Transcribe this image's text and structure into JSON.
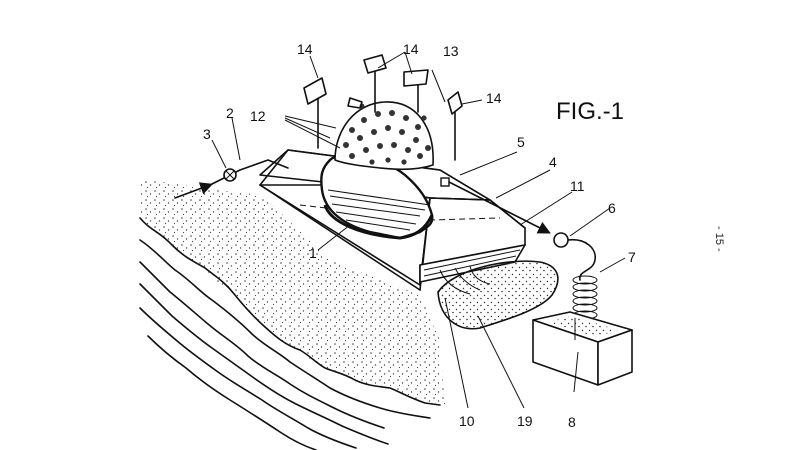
{
  "figure": {
    "title": "FIG.-1",
    "page_number": "- 15 -",
    "labels": {
      "l1": "1",
      "l2": "2",
      "l3": "3",
      "l4": "4",
      "l5": "5",
      "l6": "6",
      "l7": "7",
      "l8": "8",
      "l10": "10",
      "l11": "11",
      "l12": "12",
      "l13": "13",
      "l14a": "14",
      "l14b": "14",
      "l14c": "14",
      "l19": "19"
    }
  }
}
